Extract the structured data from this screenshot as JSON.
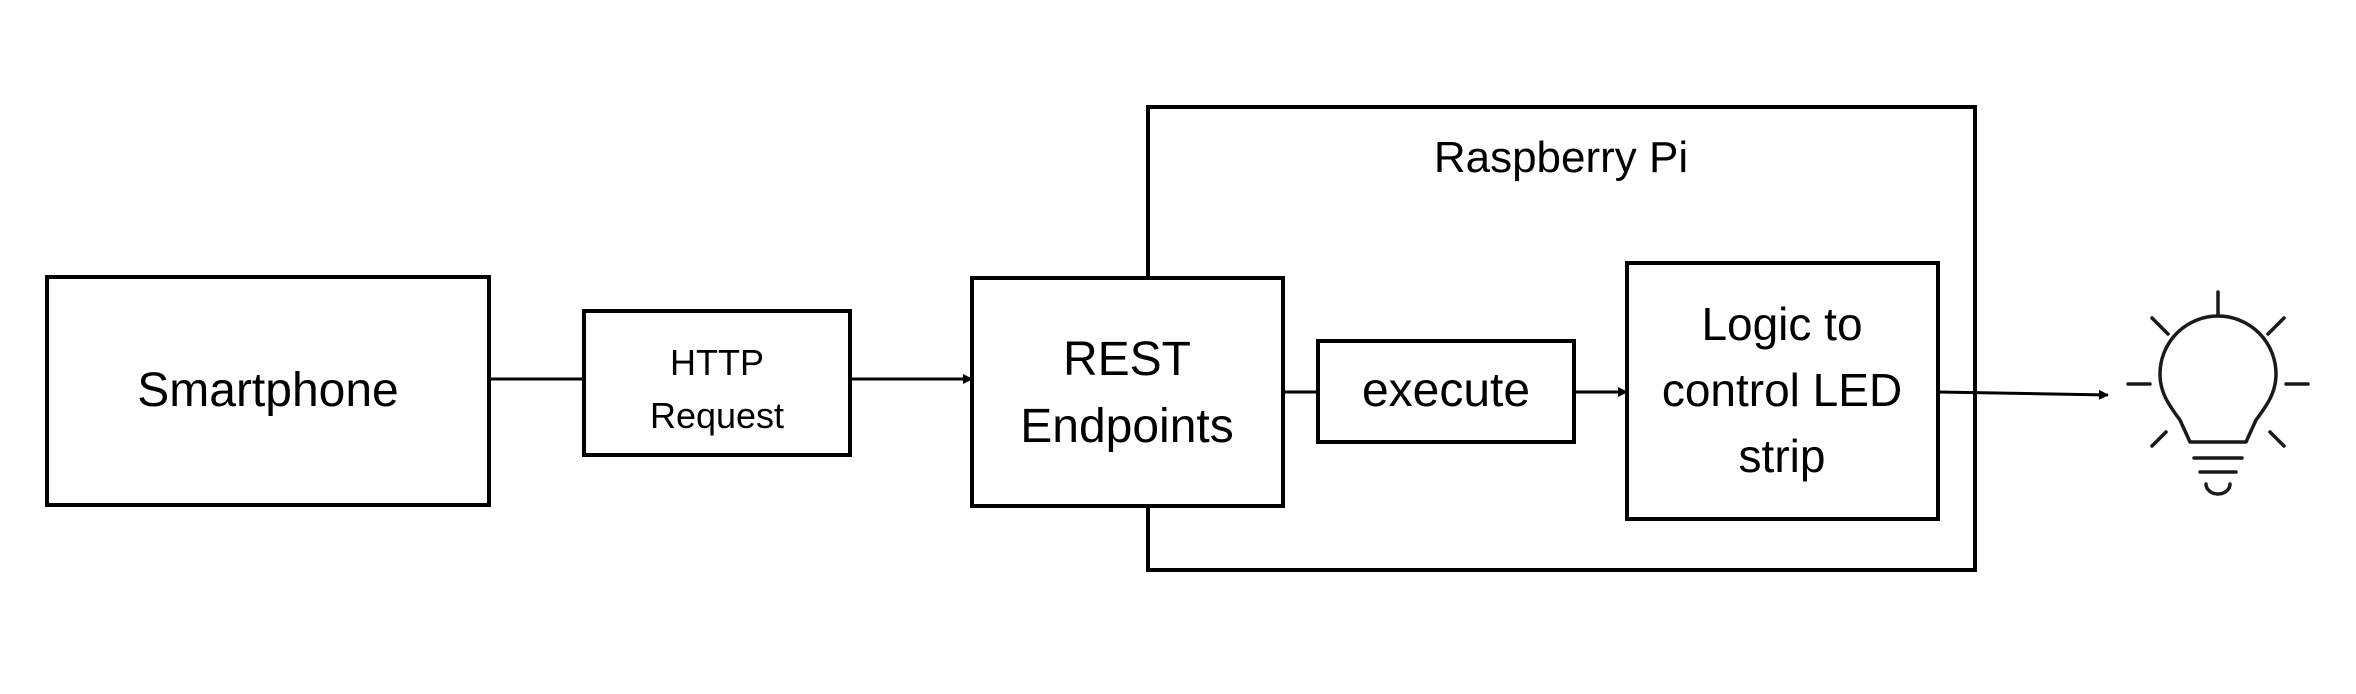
{
  "nodes": {
    "smartphone": "Smartphone",
    "http_request": [
      "HTTP",
      "Request"
    ],
    "raspberry_pi": "Raspberry Pi",
    "rest_endpoints": [
      "REST",
      "Endpoints"
    ],
    "execute": "execute",
    "led_logic": [
      "Logic to",
      "control LED",
      "strip"
    ]
  },
  "icons": {
    "output": "light-bulb-icon"
  },
  "colors": {
    "stroke": "#000000",
    "background": "#ffffff"
  }
}
